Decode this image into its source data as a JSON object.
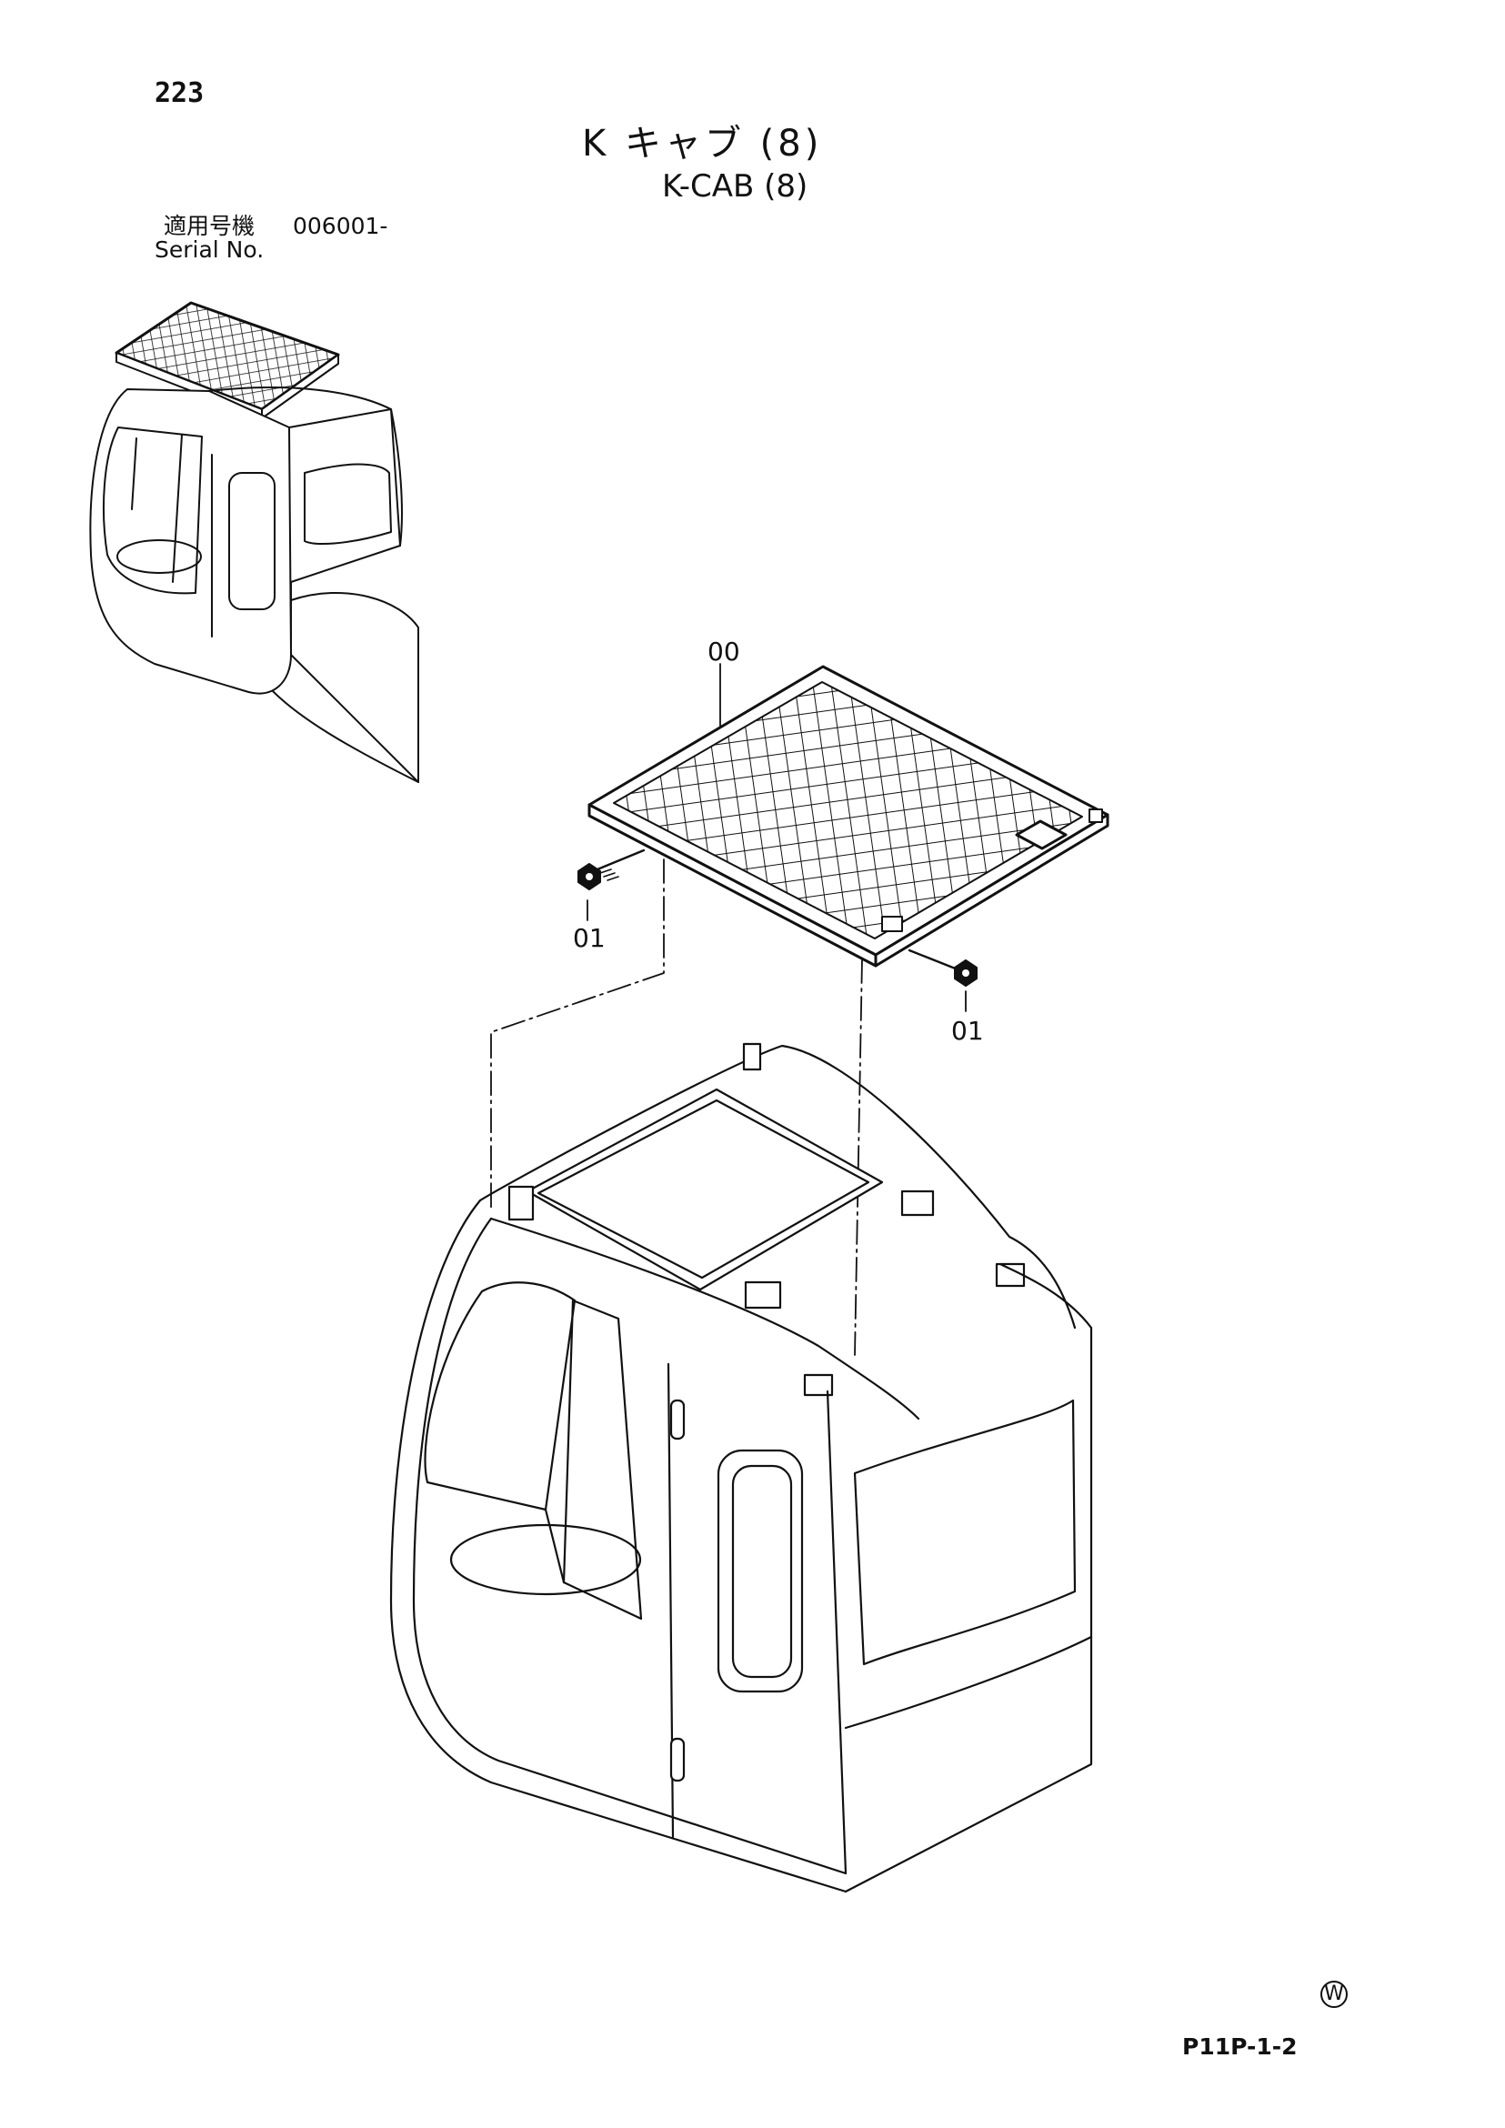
{
  "page_number": "223",
  "title_jp": "K キャブ (8)",
  "title_en": "K-CAB (8)",
  "serial": {
    "label_jp": "適用号機",
    "value": "006001-",
    "label_en": "Serial No."
  },
  "callouts": {
    "guard": "00",
    "bolt_left": "01",
    "bolt_right": "01"
  },
  "watermark": "W",
  "page_code": "P11P-1-2"
}
